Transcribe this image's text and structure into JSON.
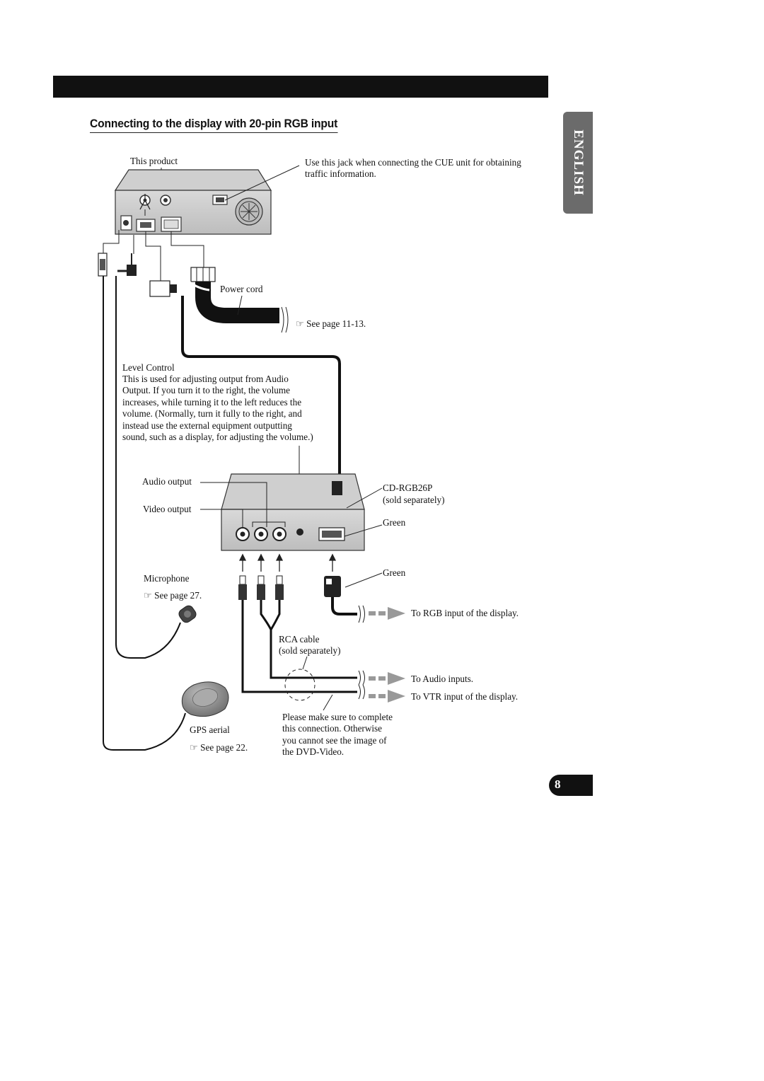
{
  "header_bar": "",
  "heading": "Connecting to the display with 20-pin RGB input",
  "language_tab": "ENGLISH",
  "page_number": "8",
  "labels": {
    "this_product": "This product",
    "cue_note": [
      "Use this jack when connecting the CUE unit for obtaining",
      "traffic information."
    ],
    "power_cord": "Power cord",
    "see_power": "See page 11-13.",
    "level_title": "Level Control",
    "level_body": [
      "This is used for adjusting output from Audio",
      "Output. If you turn it to the right, the volume",
      "increases, while turning it to the left reduces the",
      "volume. (Normally, turn it fully to the right, and",
      "instead use the external equipment outputting",
      "sound, such as a display, for adjusting the volume.)"
    ],
    "audio_output": "Audio output",
    "video_output": "Video output",
    "cdrgb": "CD-RGB26P",
    "sold_sep_1": "(sold separately)",
    "green_1": "Green",
    "green_2": "Green",
    "microphone": "Microphone",
    "see_mic": "See page 27.",
    "to_rgb": "To RGB input of the display.",
    "rca_cable": "RCA cable",
    "sold_sep_2": "(sold separately)",
    "to_audio": "To Audio inputs.",
    "to_vtr": "To VTR input of the display.",
    "warning": [
      "Please make sure to complete",
      "this connection. Otherwise",
      "you cannot see the image of",
      "the DVD-Video."
    ],
    "gps": "GPS aerial",
    "see_gps": "See page 22."
  },
  "icons": [
    "pointing-hand-icon"
  ]
}
